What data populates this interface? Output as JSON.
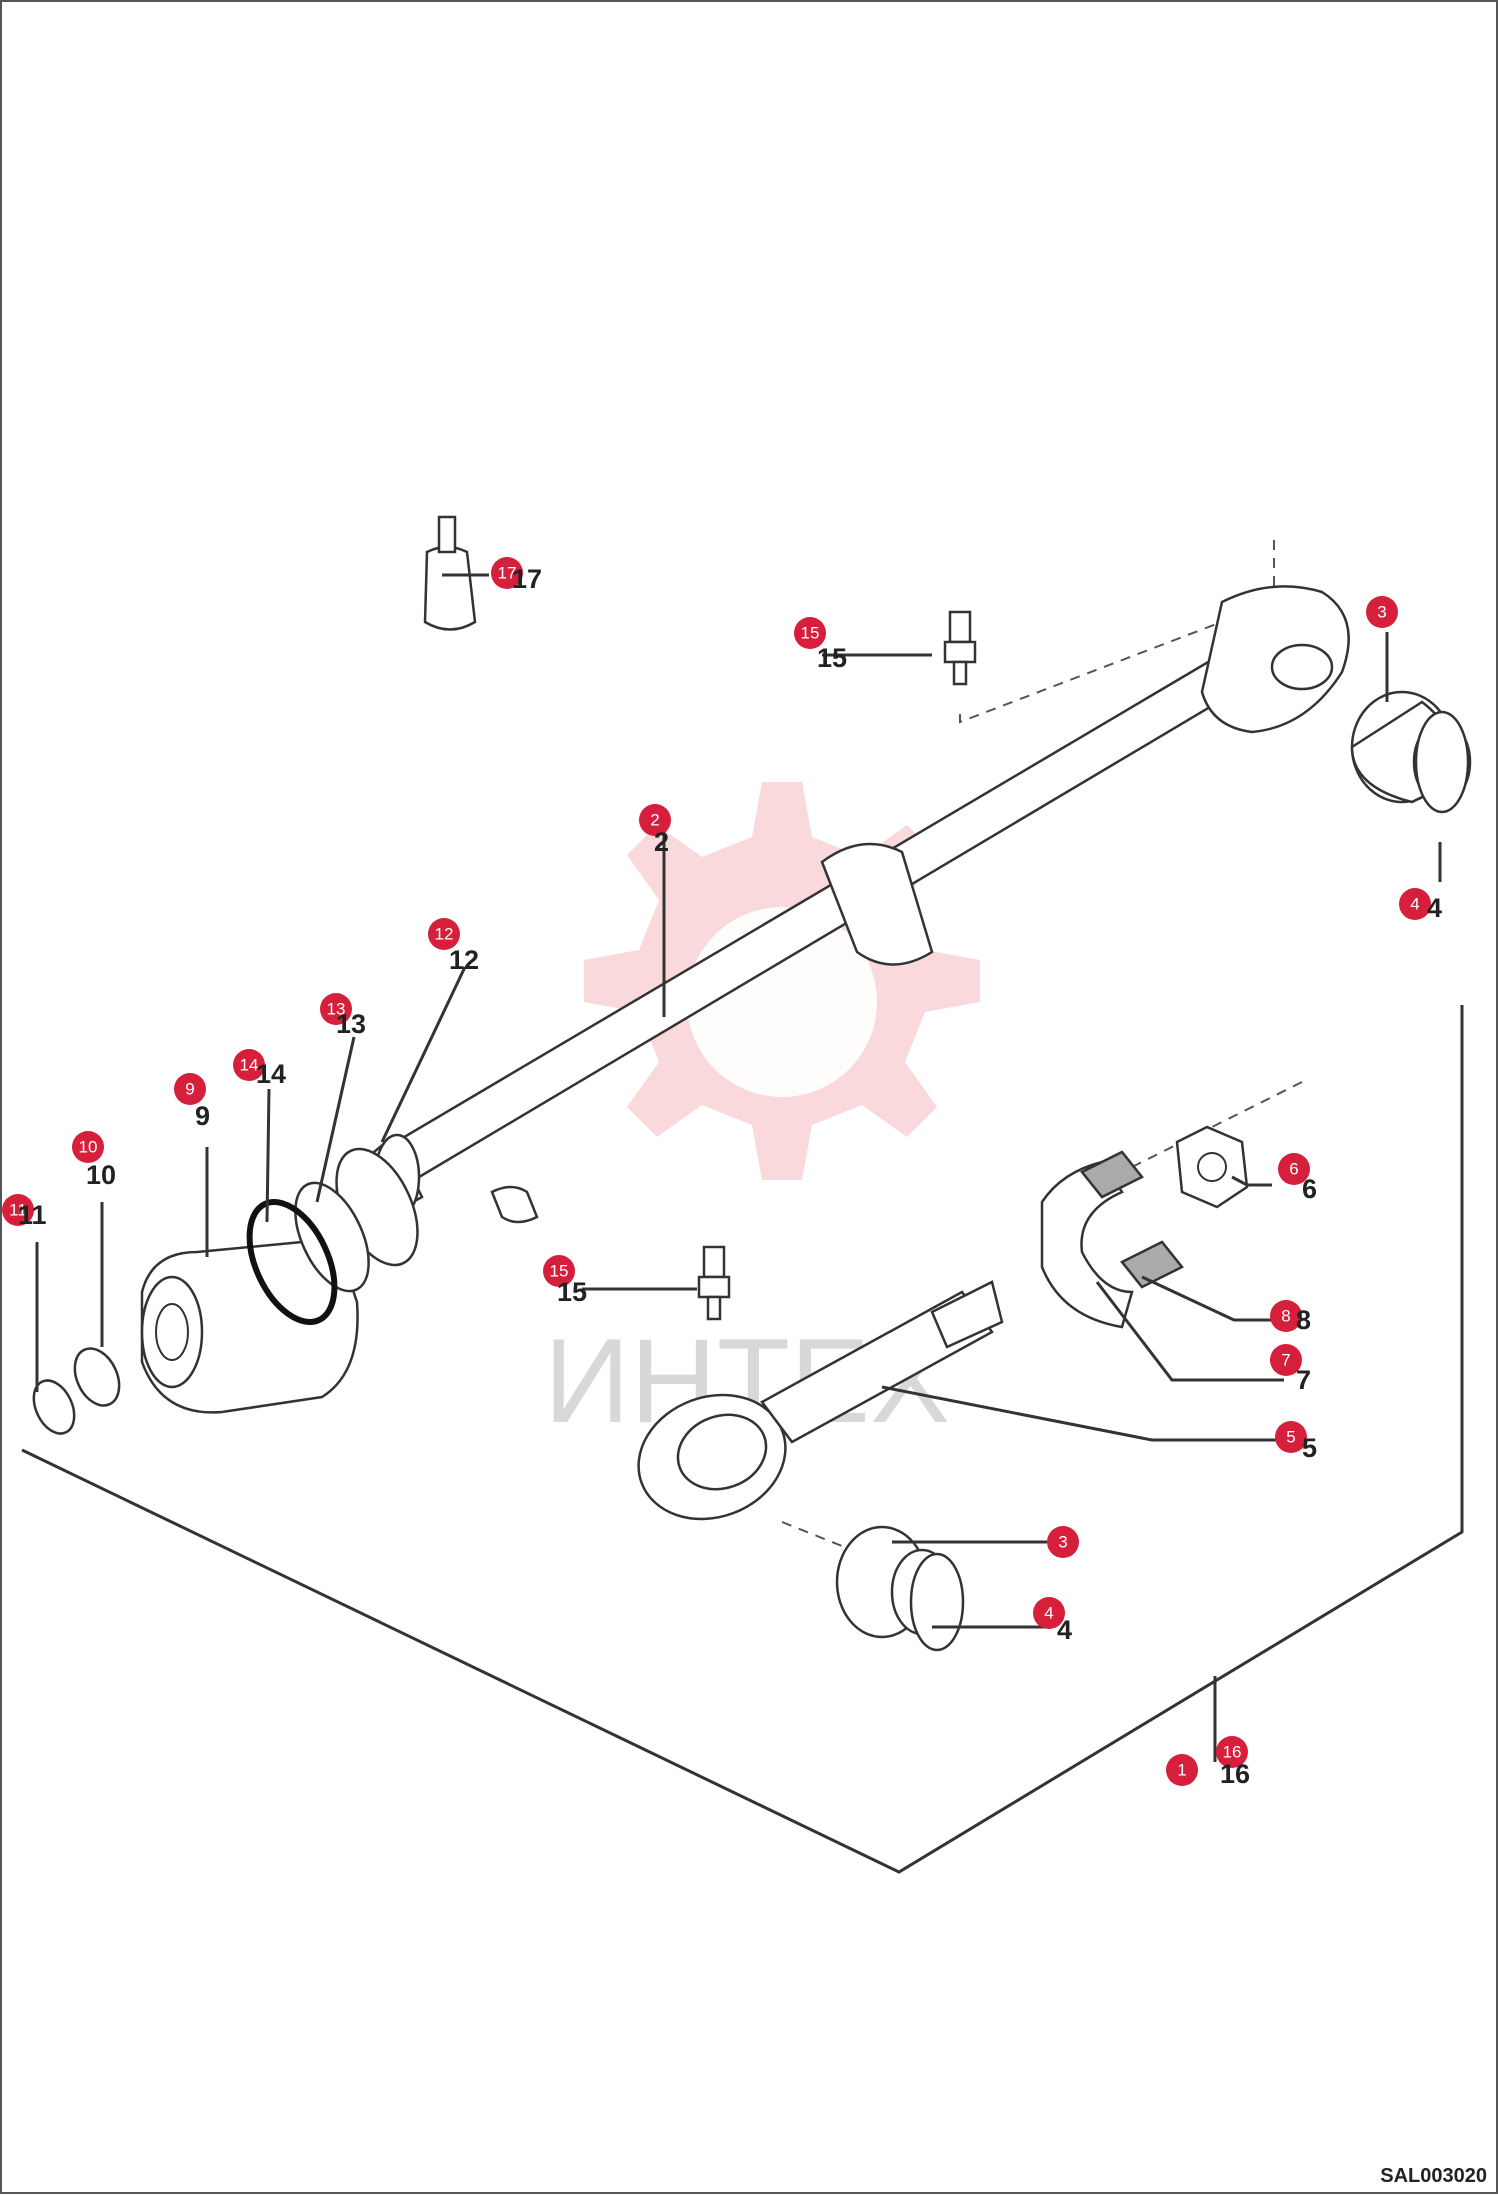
{
  "diagram": {
    "drawing_code": "SAL003020",
    "watermark": "ИНТЕХ",
    "accent_color": "#d61f3a",
    "callouts": [
      {
        "id": "c1",
        "badge": "1",
        "label": ""
      },
      {
        "id": "c16",
        "badge": "16",
        "label": "16"
      },
      {
        "id": "c2",
        "badge": "2",
        "label": "2"
      },
      {
        "id": "c3a",
        "badge": "3",
        "label": ""
      },
      {
        "id": "c3b",
        "badge": "3",
        "label": ""
      },
      {
        "id": "c4a",
        "badge": "4",
        "label": "4"
      },
      {
        "id": "c4b",
        "badge": "4",
        "label": "4"
      },
      {
        "id": "c5",
        "badge": "5",
        "label": "5"
      },
      {
        "id": "c6",
        "badge": "6",
        "label": "6"
      },
      {
        "id": "c7",
        "badge": "7",
        "label": "7"
      },
      {
        "id": "c8",
        "badge": "8",
        "label": "8"
      },
      {
        "id": "c9",
        "badge": "9",
        "label": "9"
      },
      {
        "id": "c10",
        "badge": "10",
        "label": "10"
      },
      {
        "id": "c11",
        "badge": "11",
        "label": "11"
      },
      {
        "id": "c12",
        "badge": "12",
        "label": "12"
      },
      {
        "id": "c13",
        "badge": "13",
        "label": "13"
      },
      {
        "id": "c14",
        "badge": "14",
        "label": "14"
      },
      {
        "id": "c15a",
        "badge": "15",
        "label": "15"
      },
      {
        "id": "c15b",
        "badge": "15",
        "label": "15"
      },
      {
        "id": "c17",
        "badge": "17",
        "label": "17"
      }
    ]
  }
}
